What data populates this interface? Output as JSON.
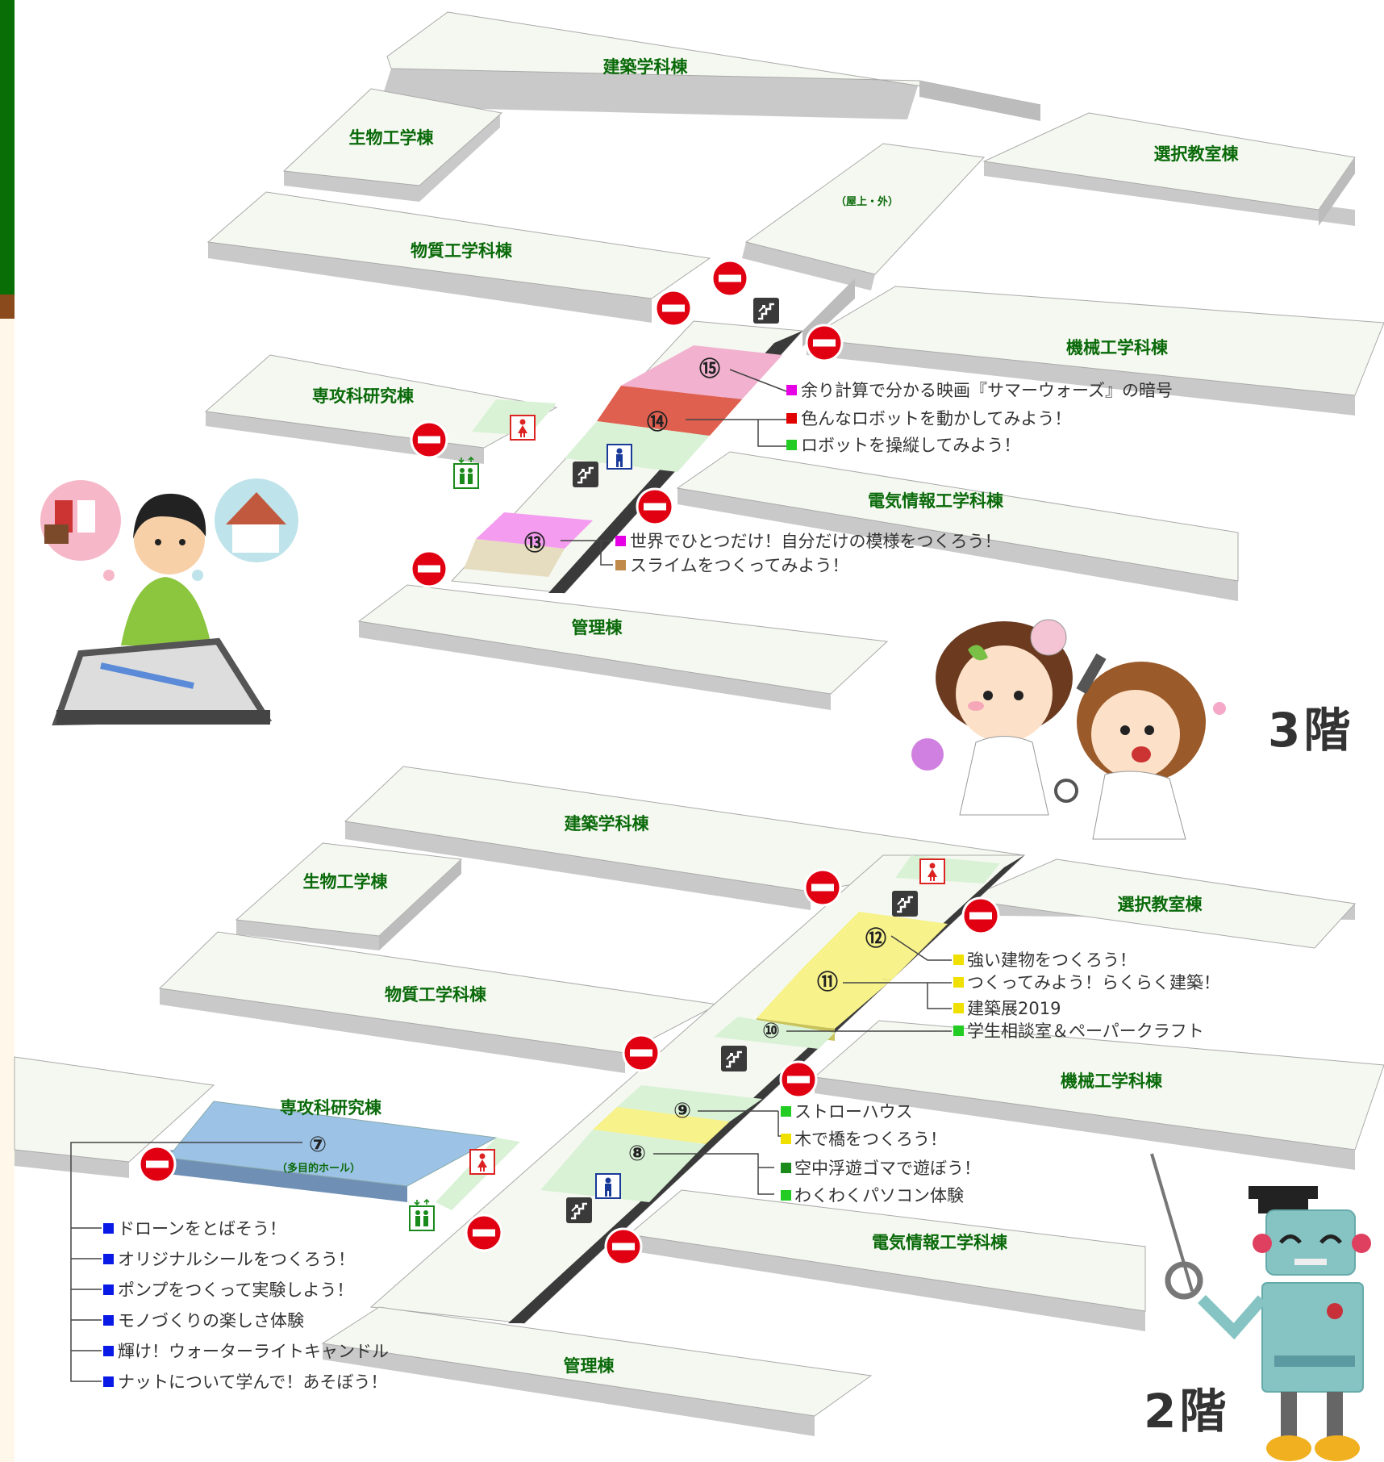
{
  "colors": {
    "building_top": "#f5f8f0",
    "building_side": "#c9c9c9",
    "corridor_green": "#d9f2d6",
    "no_entry_red": "#e00012",
    "label_green": "#0a6a0a",
    "highlight_pink": "#f2b2cf",
    "highlight_red": "#e06050",
    "highlight_magenta": "#f49cf0",
    "highlight_tan": "#e6dcc0",
    "highlight_yellow": "#f7f28a",
    "highlight_blue": "#9cc2e6"
  },
  "floor3": {
    "title": "3階",
    "buildings": {
      "kenchiku": "建築学科棟",
      "seibutsu": "生物工学棟",
      "busshitsu": "物質工学科棟",
      "senkoka": "専攻科研究棟",
      "kanri": "管理棟",
      "sentaku": "選択教室棟",
      "kikai": "機械工学科棟",
      "denki": "電気情報工学科棟",
      "rooftop": "（屋上・外）"
    },
    "rooms": {
      "r15": "⑮",
      "r14": "⑭",
      "r13": "⑬"
    },
    "events": [
      {
        "text": "余り計算で分かる映画『サマーウォーズ』の暗号",
        "color": "#e600e6"
      },
      {
        "text": "色んなロボットを動かしてみよう！",
        "color": "#e00000"
      },
      {
        "text": "ロボットを操縦してみよう！",
        "color": "#22cc22"
      },
      {
        "text": "世界でひとつだけ！自分だけの模様をつくろう！",
        "color": "#e600e6"
      },
      {
        "text": "スライムをつくってみよう！",
        "color": "#c08a4a"
      }
    ]
  },
  "floor2": {
    "title": "2階",
    "buildings": {
      "kenchiku": "建築学科棟",
      "seibutsu": "生物工学棟",
      "busshitsu": "物質工学科棟",
      "senkoka": "専攻科研究棟",
      "kanri": "管理棟",
      "sentaku": "選択教室棟",
      "kikai": "機械工学科棟",
      "denki": "電気情報工学科棟",
      "hall": "（多目的ホール）"
    },
    "rooms": {
      "r12": "⑫",
      "r11": "⑪",
      "r10": "⑩",
      "r9": "⑨",
      "r8": "⑧",
      "r7": "⑦"
    },
    "events_right": [
      {
        "text": "強い建物をつくろう！",
        "color": "#f0e000"
      },
      {
        "text": "つくってみよう！らくらく建築！",
        "color": "#f0e000"
      },
      {
        "text": "建築展2019",
        "color": "#f0e000"
      },
      {
        "text": "学生相談室＆ペーパークラフト",
        "color": "#22cc22"
      },
      {
        "text": "ストローハウス",
        "color": "#22cc22"
      },
      {
        "text": "木で橋をつくろう！",
        "color": "#f0e000"
      },
      {
        "text": "空中浮遊ゴマで遊ぼう！",
        "color": "#1a8a1a"
      },
      {
        "text": "わくわくパソコン体験",
        "color": "#22cc22"
      }
    ],
    "events_left": [
      {
        "text": "ドローンをとばそう！",
        "color": "#0a1ae6"
      },
      {
        "text": "オリジナルシールをつくろう！",
        "color": "#0a1ae6"
      },
      {
        "text": "ポンプをつくって実験しよう！",
        "color": "#0a1ae6"
      },
      {
        "text": "モノづくりの楽しさ体験",
        "color": "#0a1ae6"
      },
      {
        "text": "輝け！ウォーターライトキャンドル",
        "color": "#0a1ae6"
      },
      {
        "text": "ナットについて学んで！あそぼう！",
        "color": "#0a1ae6"
      }
    ]
  },
  "icons": [
    "no-entry-icon",
    "stairs-icon",
    "restroom-female-icon",
    "restroom-male-icon",
    "elevator-icon"
  ]
}
